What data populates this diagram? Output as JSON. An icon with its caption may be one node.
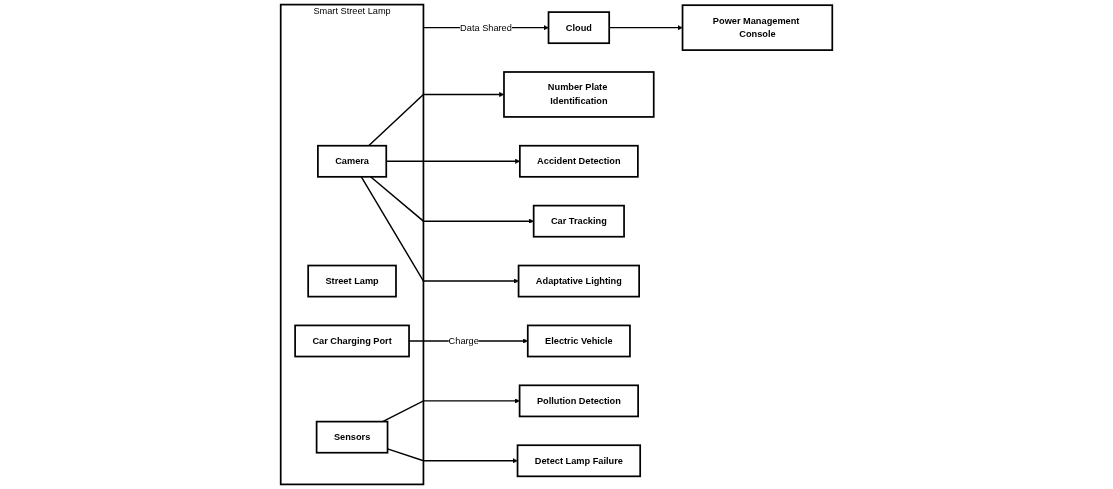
{
  "diagram": {
    "nodes": [
      {
        "text": [
          "Cloud"
        ]
      },
      {
        "text": [
          "Power Management Console"
        ]
      },
      {
        "text": [
          "Smart Street Lamp"
        ]
      },
      {
        "text": [
          "Camera"
        ],
        "in": 2
      },
      {
        "text": [
          "Street Lamp"
        ],
        "in": 2
      },
      {
        "text": [
          "Car Charging Port"
        ],
        "in": 2
      },
      {
        "text": [
          "Sensors"
        ],
        "in": 2
      },
      {
        "text": [
          "Number Plate Identification"
        ]
      },
      {
        "text": [
          "Accident Detection"
        ]
      },
      {
        "text": [
          "Car Tracking"
        ]
      },
      {
        "text": [
          "Adaptative Lighting"
        ]
      },
      {
        "text": [
          "Electric Vehicle"
        ]
      },
      {
        "text": [
          "Pollution Detection"
        ]
      },
      {
        "text": [
          "Detect Lamp Failure"
        ]
      }
    ],
    "edges": [
      {
        "from": 0,
        "to": 1,
        "arrow": "to"
      },
      {
        "from": 2,
        "to": 0,
        "arrow": "to",
        "label": "Data Shared"
      },
      {
        "from": 3,
        "to": 7,
        "arrow": "to"
      },
      {
        "from": 3,
        "to": 8,
        "arrow": "to"
      },
      {
        "from": 3,
        "to": 9,
        "arrow": "to"
      },
      {
        "from": 3,
        "to": 10,
        "arrow": "to"
      },
      {
        "from": 5,
        "to": 11,
        "arrow": "to",
        "label": "Charge"
      },
      {
        "from": 6,
        "to": 12,
        "arrow": "to"
      },
      {
        "from": 6,
        "to": 13,
        "arrow": "to"
      }
    ]
  }
}
